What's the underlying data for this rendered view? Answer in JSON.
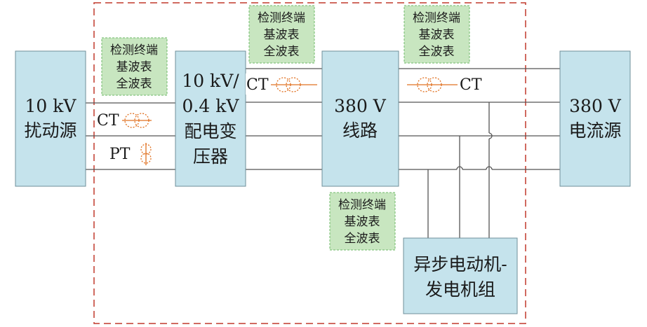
{
  "colors": {
    "box_fill": "#c5e3ec",
    "box_stroke": "#6f8f9a",
    "note_fill": "#c8e6c0",
    "note_stroke": "#6fb96a",
    "boundary": "#c0392b",
    "line": "#555555",
    "sensor": "#e07020"
  },
  "blocks": {
    "source": [
      "10 kV",
      "扰动源"
    ],
    "transformer": [
      "10 kV/",
      "0.4 kV",
      "配电变",
      "压器"
    ],
    "line": [
      "380 V",
      "线路"
    ],
    "current_source": [
      "380 V",
      "电流源"
    ],
    "motor_set": [
      "异步电动机-",
      "发电机组"
    ]
  },
  "sensors": {
    "ct_left": "CT",
    "pt_left": "PT",
    "ct_mid": "CT",
    "ct_right": "CT"
  },
  "notes": {
    "left": [
      "检测终端",
      "基波表",
      "全波表"
    ],
    "top_mid": [
      "检测终端",
      "基波表",
      "全波表"
    ],
    "top_right": [
      "检测终端",
      "基波表",
      "全波表"
    ],
    "bottom_mid": [
      "检测终端",
      "基波表",
      "全波表"
    ]
  },
  "icons": {
    "ct": "current-transformer-icon",
    "pt": "potential-transformer-icon",
    "crossover": "wire-crossover-icon"
  }
}
